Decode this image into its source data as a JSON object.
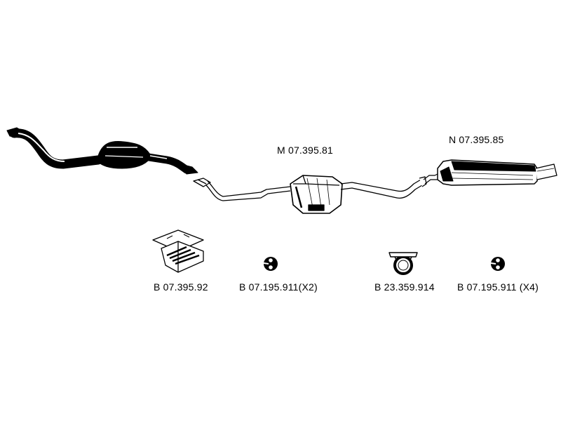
{
  "parts": {
    "front_section": {
      "label": ""
    },
    "middle_silencer": {
      "label": "M 07.395.81"
    },
    "rear_silencer": {
      "label": "N 07.395.85"
    }
  },
  "fittings": [
    {
      "label": "B 07.395.92",
      "icon": "mounting-kit-icon"
    },
    {
      "label": "B 07.195.911(X2)",
      "icon": "rubber-hanger-icon"
    },
    {
      "label": "B 23.359.914",
      "icon": "pipe-clamp-icon"
    },
    {
      "label": "B 07.195.911 (X4)",
      "icon": "rubber-hanger-icon"
    }
  ]
}
